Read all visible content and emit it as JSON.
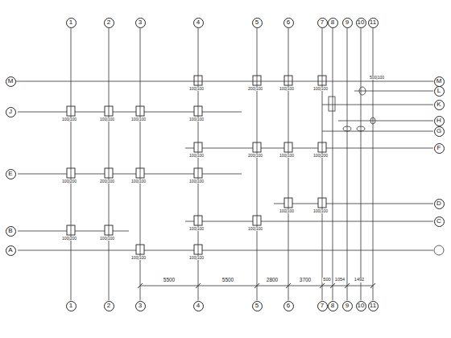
{
  "diagram": {
    "nodes": [
      {
        "text": [
          "1"
        ]
      },
      {
        "text": [
          "2"
        ]
      },
      {
        "text": [
          "3"
        ]
      },
      {
        "text": [
          "4"
        ]
      },
      {
        "text": [
          "5"
        ]
      },
      {
        "text": [
          "6"
        ]
      },
      {
        "text": [
          "7"
        ]
      },
      {
        "text": [
          "8"
        ]
      },
      {
        "text": [
          "9"
        ]
      },
      {
        "text": [
          "10"
        ]
      },
      {
        "text": [
          "11"
        ]
      },
      {
        "text": [
          "1"
        ]
      },
      {
        "text": [
          "2"
        ]
      },
      {
        "text": [
          "3"
        ]
      },
      {
        "text": [
          "4"
        ]
      },
      {
        "text": [
          "5"
        ]
      },
      {
        "text": [
          "6"
        ]
      },
      {
        "text": [
          "7"
        ]
      },
      {
        "text": [
          "8"
        ]
      },
      {
        "text": [
          "9"
        ]
      },
      {
        "text": [
          "10"
        ]
      },
      {
        "text": [
          "11"
        ]
      },
      {
        "text": [
          "M"
        ]
      },
      {
        "text": [
          "J"
        ]
      },
      {
        "text": [
          "E"
        ]
      },
      {
        "text": [
          "B"
        ]
      },
      {
        "text": [
          "A"
        ]
      },
      {
        "text": [
          "M"
        ]
      },
      {
        "text": [
          "L"
        ]
      },
      {
        "text": [
          "K"
        ]
      },
      {
        "text": [
          "H"
        ]
      },
      {
        "text": [
          "G"
        ]
      },
      {
        "text": [
          "F"
        ]
      },
      {
        "text": [
          "D"
        ]
      },
      {
        "text": [
          "C"
        ]
      }
    ],
    "edges": [
      {
        "from": 0,
        "to": 11,
        "arrow": "none"
      },
      {
        "from": 1,
        "to": 12,
        "arrow": "none"
      },
      {
        "from": 2,
        "to": 13,
        "arrow": "none"
      },
      {
        "from": 3,
        "to": 14,
        "arrow": "none"
      },
      {
        "from": 4,
        "to": 15,
        "arrow": "none"
      },
      {
        "from": 5,
        "to": 16,
        "arrow": "none"
      },
      {
        "from": 6,
        "to": 17,
        "arrow": "none"
      },
      {
        "from": 7,
        "to": 18,
        "arrow": "none"
      },
      {
        "from": 8,
        "to": 19,
        "arrow": "none"
      },
      {
        "from": 9,
        "to": 20,
        "arrow": "none"
      },
      {
        "from": 10,
        "to": 21,
        "arrow": "none"
      },
      {
        "from": 22,
        "to": 27,
        "arrow": "none"
      }
    ],
    "labels": [
      "5500",
      "5500",
      "2800",
      "3700",
      "500",
      "1054",
      "1492",
      "100|100",
      "200|100",
      "100|100",
      "100|100",
      "100|100",
      "100|100",
      "100|100",
      "100|100",
      "100|100",
      "200|100",
      "100|100",
      "100|200",
      "100|200",
      "200|100",
      "100|100",
      "100|100",
      "100|100",
      "100|100",
      "100|100",
      "100|100",
      "100|200",
      "100|100",
      "100|100",
      "100|100",
      "500|100"
    ]
  }
}
